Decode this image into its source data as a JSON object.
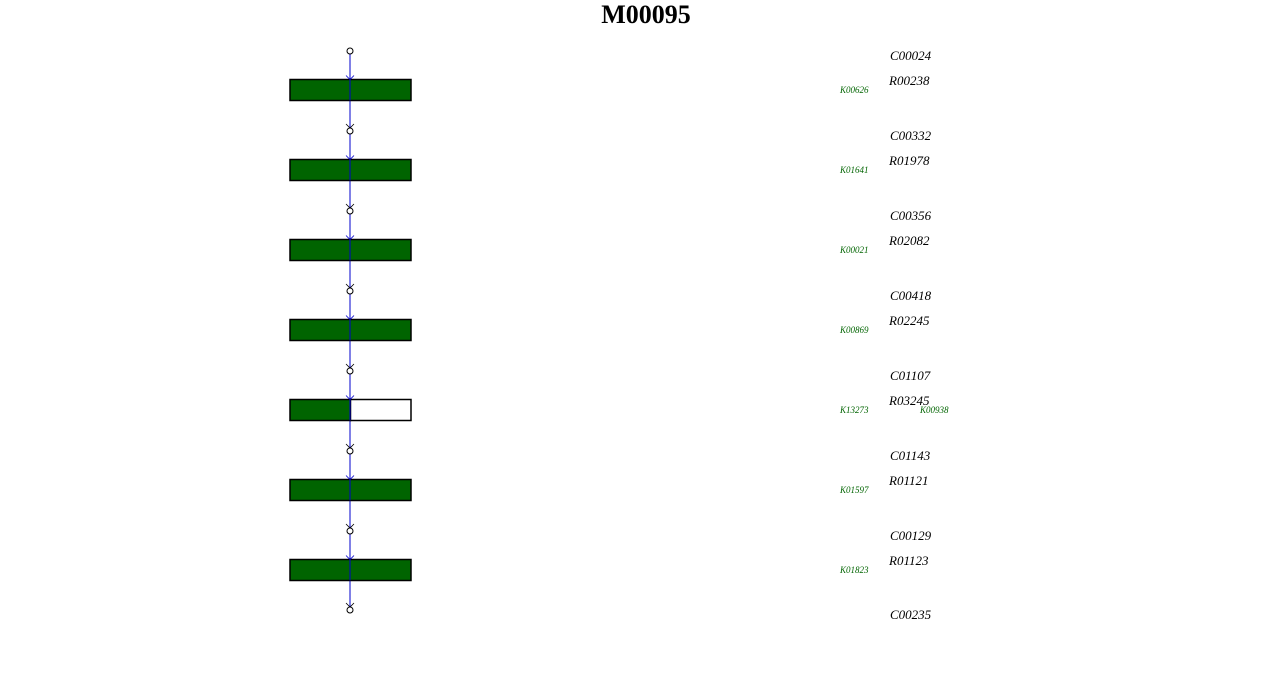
{
  "title": "M00095",
  "colors": {
    "filled": "#006400",
    "line": "#0000cc",
    "outline": "#000000",
    "ko_text": "#006400"
  },
  "steps": [
    {
      "compound": "C00024",
      "reaction": "R00238",
      "ko": [
        {
          "id": "K00626",
          "filled": true
        }
      ]
    },
    {
      "compound": "C00332",
      "reaction": "R01978",
      "ko": [
        {
          "id": "K01641",
          "filled": true
        }
      ]
    },
    {
      "compound": "C00356",
      "reaction": "R02082",
      "ko": [
        {
          "id": "K00021",
          "filled": true
        }
      ]
    },
    {
      "compound": "C00418",
      "reaction": "R02245",
      "ko": [
        {
          "id": "K00869",
          "filled": true
        }
      ]
    },
    {
      "compound": "C01107",
      "reaction": "R03245",
      "ko": [
        {
          "id": "K13273",
          "filled": true
        },
        {
          "id": "K00938",
          "filled": false
        }
      ]
    },
    {
      "compound": "C01143",
      "reaction": "R01121",
      "ko": [
        {
          "id": "K01597",
          "filled": true
        }
      ]
    },
    {
      "compound": "C00129",
      "reaction": "R01123",
      "ko": [
        {
          "id": "K01823",
          "filled": true
        }
      ]
    }
  ],
  "final_compound": "C00235"
}
